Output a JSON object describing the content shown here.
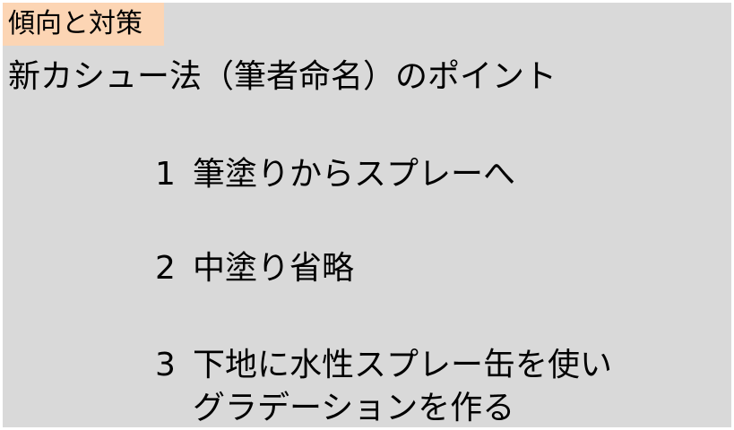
{
  "tag": "傾向と対策",
  "heading": "新カシュー法（筆者命名）のポイント",
  "points": [
    {
      "num": "1",
      "text": "筆塗りからスプレーへ",
      "cont": ""
    },
    {
      "num": "2",
      "text": "中塗り省略",
      "cont": ""
    },
    {
      "num": "3",
      "text": "下地に水性スプレー缶を使い",
      "cont": "グラデーションを作る"
    }
  ],
  "colors": {
    "slide_background": "#d9d9d9",
    "tag_background": "#fcd5b4",
    "text": "#000000"
  }
}
